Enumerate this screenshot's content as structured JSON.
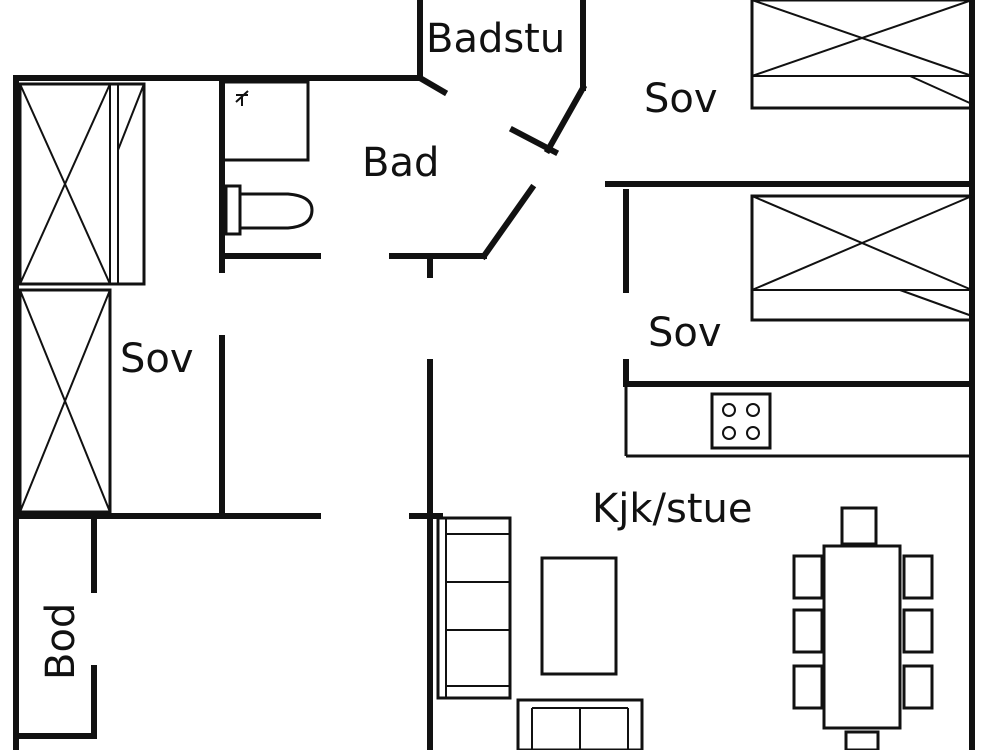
{
  "floor_plan": {
    "rooms": {
      "badstu": "Badstu",
      "bad": "Bad",
      "sov_left": "Sov",
      "sov_top_right": "Sov",
      "sov_mid_right": "Sov",
      "kitchen_living": "Kjk/stue",
      "storage": "Bod"
    },
    "colors": {
      "line": "#111111",
      "background": "#ffffff"
    }
  }
}
